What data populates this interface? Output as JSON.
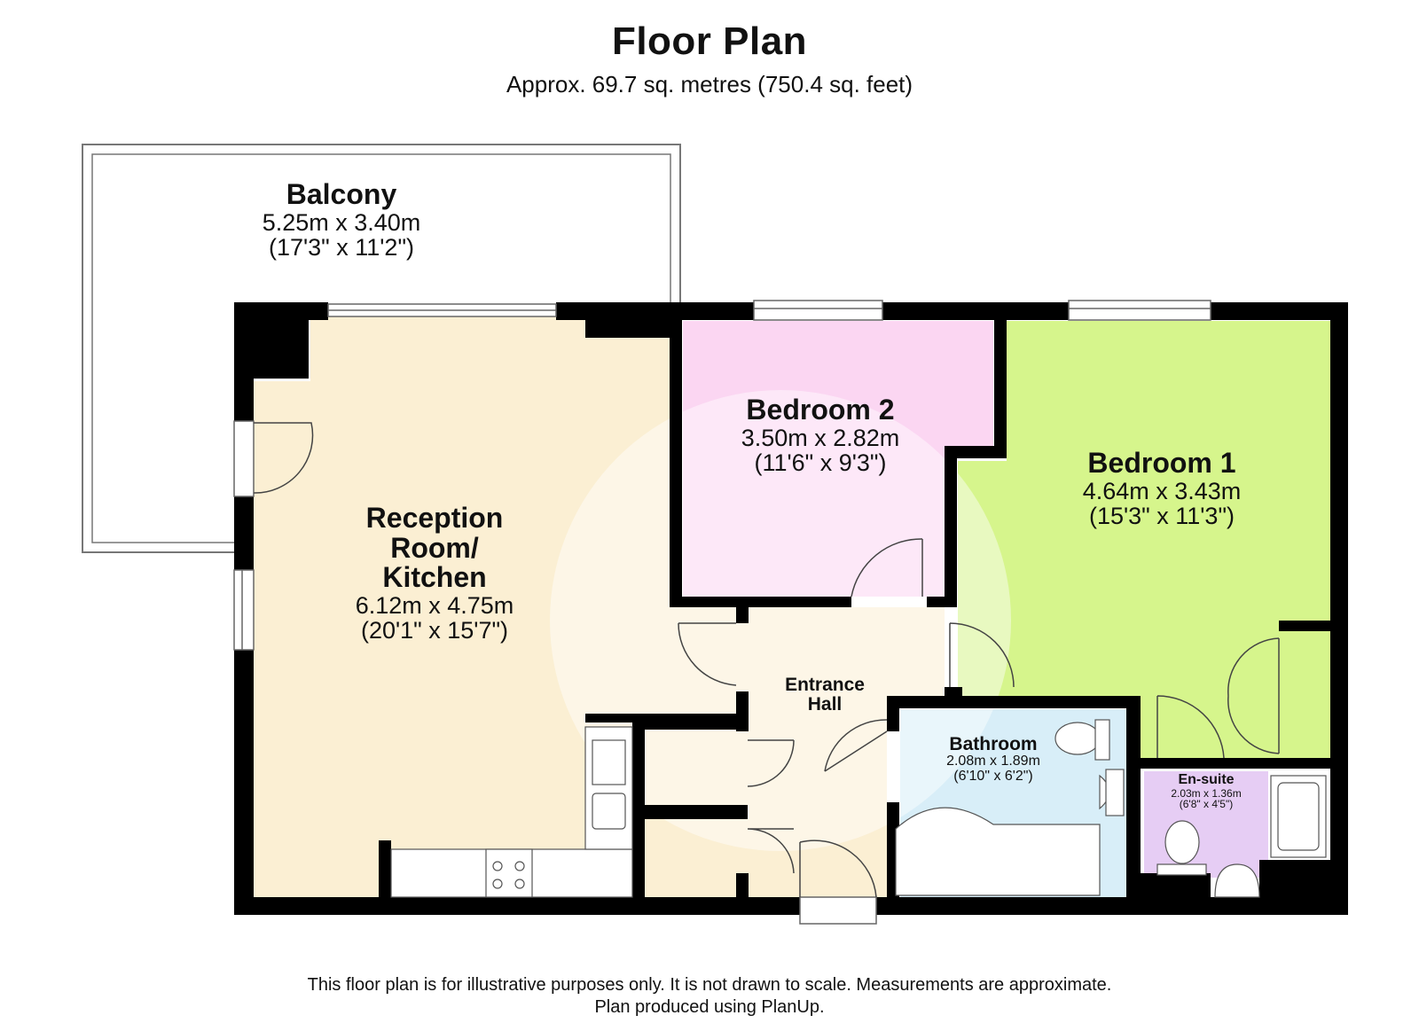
{
  "header": {
    "title": "Floor Plan",
    "subtitle": "Approx. 69.7 sq. metres (750.4 sq. feet)"
  },
  "rooms": {
    "balcony": {
      "name": "Balcony",
      "metric": "5.25m x 3.40m",
      "imperial": "(17'3\" x 11'2\")"
    },
    "reception": {
      "name_line1": "Reception",
      "name_line2": "Room/",
      "name_line3": "Kitchen",
      "metric": "6.12m x 4.75m",
      "imperial": "(20'1\" x 15'7\")"
    },
    "bedroom2": {
      "name": "Bedroom 2",
      "metric": "3.50m x 2.82m",
      "imperial": "(11'6\" x 9'3\")"
    },
    "bedroom1": {
      "name": "Bedroom 1",
      "metric": "4.64m x 3.43m",
      "imperial": "(15'3\" x 11'3\")"
    },
    "entrance": {
      "name_line1": "Entrance",
      "name_line2": "Hall"
    },
    "bathroom": {
      "name": "Bathroom",
      "metric": "2.08m x 1.89m",
      "imperial": "(6'10\" x 6'2\")"
    },
    "ensuite": {
      "name": "En-suite",
      "metric": "2.03m x 1.36m",
      "imperial": "(6'8\" x 4'5\")"
    }
  },
  "footer": {
    "line1": "This floor plan is for illustrative purposes only. It is not drawn to scale. Measurements are approximate.",
    "line2": "Plan produced using PlanUp."
  },
  "colors": {
    "wall": "#000000",
    "reception": "#fbefd3",
    "bedroom2": "#fbd6f2",
    "bedroom1": "#d6f58c",
    "bathroom": "#d8eef8",
    "ensuite": "#e6cdf4",
    "hall": "#fbefd3"
  }
}
